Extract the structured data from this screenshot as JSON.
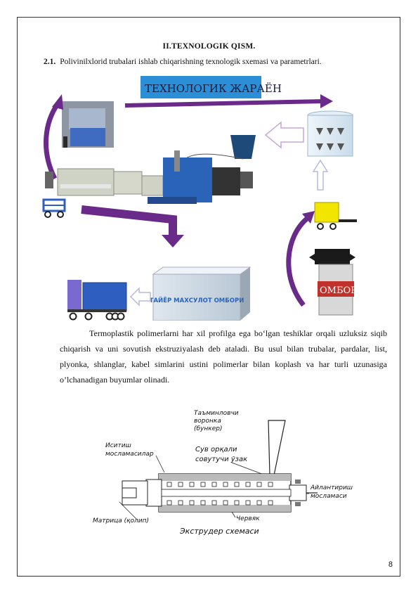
{
  "section_title": "II.TEXNOLOGIK QISM.",
  "subsection": {
    "number": "2.1.",
    "title": "Polivinilxlorid trubalari ishlab chiqarishning texnologik sxemasi va parametrlari."
  },
  "figure1": {
    "banner": "ТЕХНОЛОГИК ЖАРАЁН",
    "warehouse_label": "ОМБОР",
    "product_label": "ТАЙЁР МАХСУЛОТ ОМБОРИ"
  },
  "paragraph": "Termoplastik polimerlarni har xil profilga ega bo‘lgan teshiklar orqali uzluksiz siqib chiqarish va uni sovutish ekstruziyalash deb ataladi. Bu usul bilan trubalar, pardalar, list, plyonka, shlanglar, kabel simlarini ustini polimerlar bilan koplash va har turli uzunasiga o’lchanadigan buyumlar olinadi.",
  "figure2": {
    "hopper_label_1": "Таъминловчи",
    "hopper_label_2": "воронка",
    "hopper_label_3": "(бункер)",
    "heater_label_1": "Иситиш",
    "heater_label_2": "мосламасилар",
    "cooling_label_1": "Сув орқали",
    "cooling_label_2": "совутучи ўзак",
    "drive_label_1": "Айлантириш",
    "drive_label_2": "мосламаси",
    "matrix_label": "Матрица (қолип)",
    "screw_label": "Червяк",
    "caption": "Экструдер схемаси"
  },
  "page_number": "8",
  "colors": {
    "banner_bg": "#2a8fd6",
    "banner_text": "#1a1a3a",
    "arrow_purple": "#6a2a8a",
    "warehouse_red": "#c0312b",
    "truck_blue": "#2e5fc0",
    "cart_yellow": "#f2e600"
  }
}
